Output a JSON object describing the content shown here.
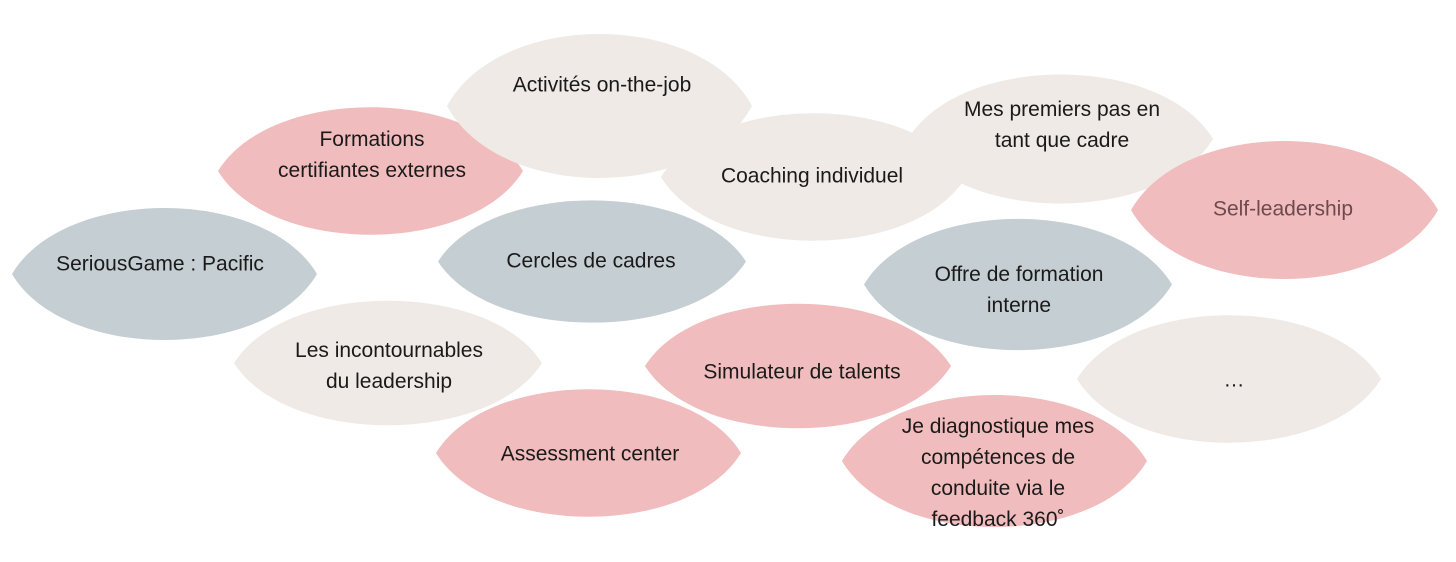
{
  "colors": {
    "grey": "#c5ced3",
    "pink": "#f0bcbd",
    "cream": "#efeae6"
  },
  "leaves": [
    {
      "id": "seriousgame-pacific",
      "text": "SeriousGame : Pacific",
      "color": "grey"
    },
    {
      "id": "formations-certifiantes-externes",
      "text": "Formations\ncertifiantes externes",
      "color": "pink"
    },
    {
      "id": "activites-on-the-job",
      "text": "Activités on-the-job",
      "color": "cream"
    },
    {
      "id": "cercles-de-cadres",
      "text": "Cercles de cadres",
      "color": "grey"
    },
    {
      "id": "les-incontournables-du-leadership",
      "text": "Les incontournables\ndu leadership",
      "color": "cream"
    },
    {
      "id": "assessment-center",
      "text": "Assessment center",
      "color": "pink"
    },
    {
      "id": "coaching-individuel",
      "text": "Coaching individuel",
      "color": "pink"
    },
    {
      "id": "simulateur-de-talents",
      "text": "Simulateur de talents",
      "color": "cream"
    },
    {
      "id": "mes-premiers-pas",
      "text": "Mes premiers pas en\ntant que cadre",
      "color": "cream"
    },
    {
      "id": "offre-de-formation-interne",
      "text": "Offre de formation\ninterne",
      "color": "grey"
    },
    {
      "id": "diagnostique-feedback-360",
      "text": "Je diagnostique mes\ncompétences de\nconduite via le\nfeedback 360˚",
      "color": "pink"
    },
    {
      "id": "self-leadership",
      "text": "Self-leadership",
      "color": "pink",
      "muted": true
    },
    {
      "id": "ellipsis",
      "text": "…",
      "color": "cream"
    }
  ]
}
